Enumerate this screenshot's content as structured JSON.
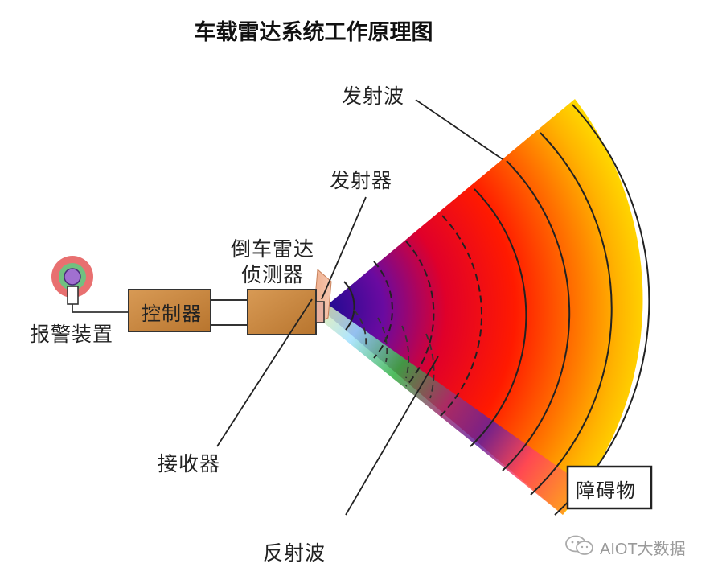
{
  "title": "车载雷达系统工作原理图",
  "labels": {
    "emit_wave": "发射波",
    "emitter": "发射器",
    "sensor_line1": "倒车雷达",
    "sensor_line2": "侦测器",
    "alarm": "报警装置",
    "controller": "控制器",
    "receiver": "接收器",
    "reflect_wave": "反射波",
    "obstacle": "障碍物"
  },
  "watermark": "AIOT大数据",
  "icons": {
    "alarm": "alarm-light-icon",
    "watermark": "wechat-icon"
  },
  "colors": {
    "device_box": "#c98a43",
    "wave_outer": "#ffe400",
    "wave_mid": "#ff2a00",
    "wave_inner": "#3a0a8a"
  }
}
